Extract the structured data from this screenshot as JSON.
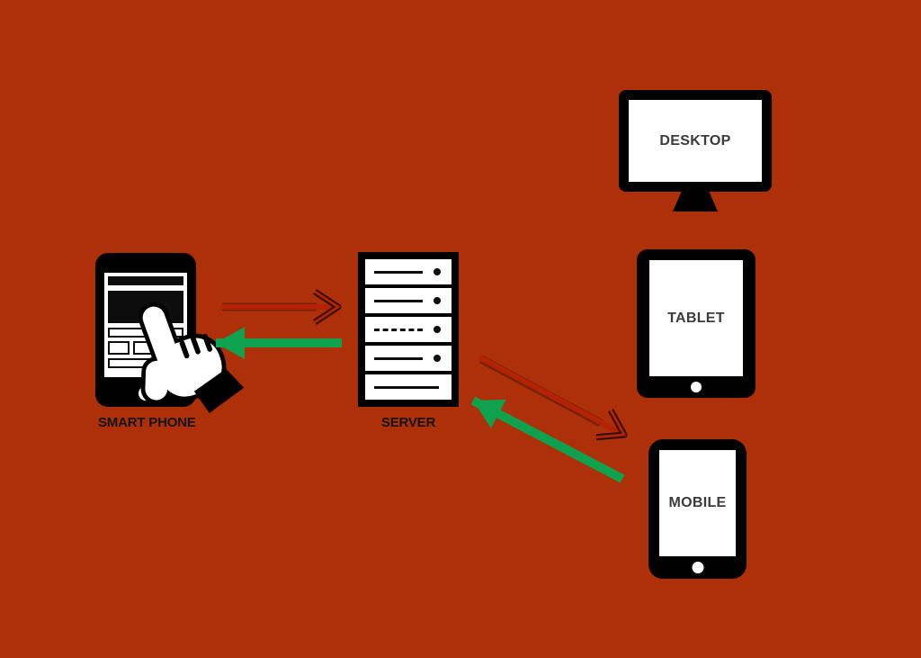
{
  "nodes": {
    "smartphone": {
      "label": "SMART PHONE"
    },
    "server": {
      "label": "SERVER"
    },
    "desktop": {
      "label": "DESKTOP"
    },
    "tablet": {
      "label": "TABLET"
    },
    "mobile": {
      "label": "MOBILE"
    }
  },
  "edges": [
    {
      "from": "smartphone",
      "to": "server",
      "style": "outlined-red",
      "color": "#B22203"
    },
    {
      "from": "server",
      "to": "smartphone",
      "style": "solid-green",
      "color": "#0FA24E"
    },
    {
      "from": "server",
      "to": "mobile",
      "style": "outlined-red",
      "color": "#B22203"
    },
    {
      "from": "mobile",
      "to": "server",
      "style": "solid-green",
      "color": "#0FA24E"
    }
  ],
  "icons": {
    "hand": "hand-pointer-icon",
    "home_button": "home-button"
  },
  "colors": {
    "background": "#AE3009",
    "device_body": "#000000",
    "device_screen": "#FFFFFF",
    "arrow_red": "#B22203",
    "arrow_red_outline": "#2E0E02",
    "arrow_green": "#0FA24E",
    "label_outside": "#141414",
    "label_inside": "#3B3B3B"
  }
}
